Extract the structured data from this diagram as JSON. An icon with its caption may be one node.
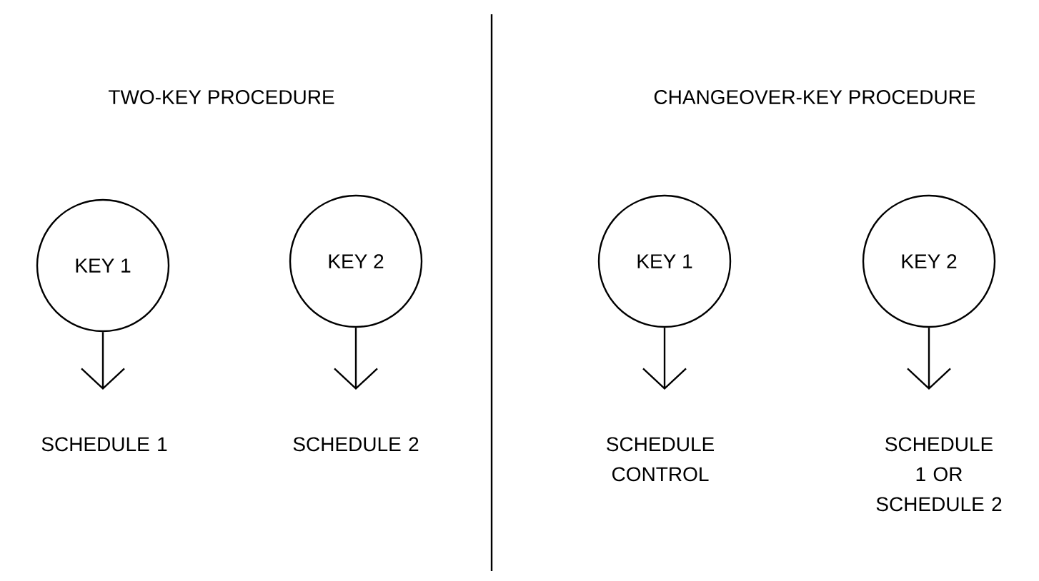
{
  "diagram": {
    "nodes": [
      {
        "text": [
          "KEY 1"
        ]
      },
      {
        "text": [
          "KEY 2"
        ]
      },
      {
        "text": [
          "KEY 1"
        ]
      },
      {
        "text": [
          "KEY 2"
        ]
      },
      {
        "text": [
          "SCHEDULE 1"
        ]
      },
      {
        "text": [
          "SCHEDULE 2"
        ]
      },
      {
        "text": [
          "SCHEDULE CONTROL"
        ]
      },
      {
        "text": [
          "SCHEDULE 1 OR SCHEDULE 2"
        ]
      }
    ],
    "edges": [
      {
        "from": 0,
        "to": 4,
        "arrow": "to"
      },
      {
        "from": 1,
        "to": 5,
        "arrow": "to"
      },
      {
        "from": 2,
        "to": 6,
        "arrow": "to"
      },
      {
        "from": 3,
        "to": 7,
        "arrow": "to"
      }
    ],
    "labels": [
      "TWO-KEY PROCEDURE",
      "CHANGEOVER-KEY PROCEDURE"
    ]
  }
}
